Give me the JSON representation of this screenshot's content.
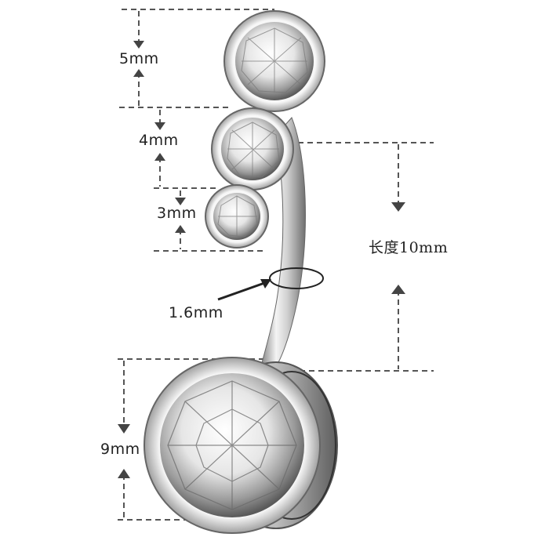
{
  "dimensions": {
    "top_gem": "5mm",
    "middle_gem": "4mm",
    "small_gem": "3mm",
    "bar_thickness": "1.6mm",
    "length": "长度10mm",
    "bottom_gem": "9mm"
  },
  "colors": {
    "guide_line": "#555555",
    "arrow": "#444444",
    "metal_light": "#f2f2f2",
    "metal_dark": "#8a8a8a"
  }
}
